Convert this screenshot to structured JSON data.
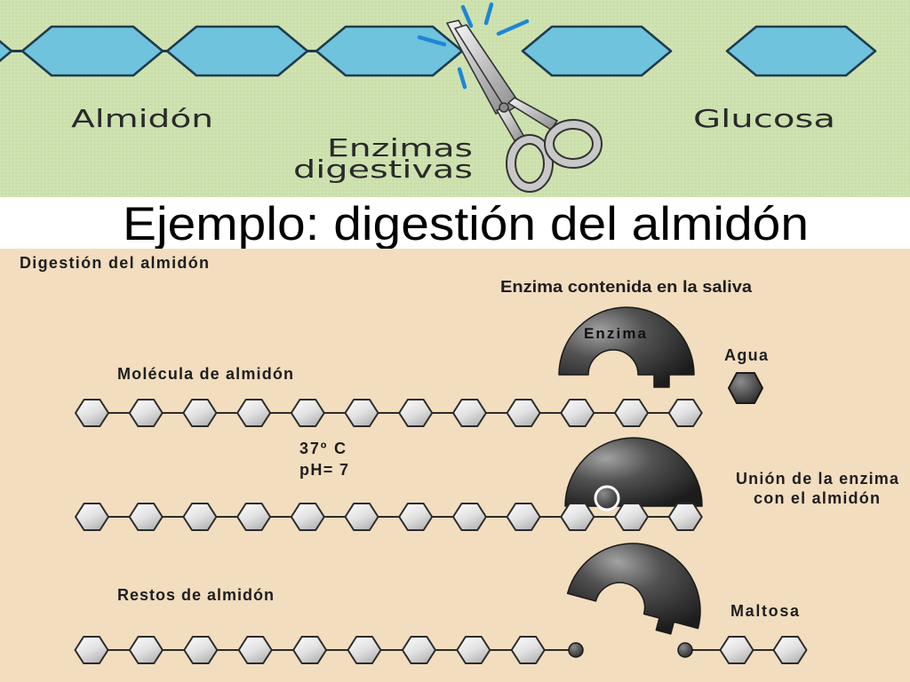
{
  "top_panel": {
    "starch_label": "Almidón",
    "enzymes_label_line1": "Enzimas",
    "enzymes_label_line2": "digestivas",
    "glucose_label": "Glucosa"
  },
  "title": "Ejemplo: digestión del almidón",
  "diagram": {
    "heading": "Digestión del almidón",
    "saliva_enzyme_label": "Enzima contenida en la saliva",
    "enzyme_inner_label": "Enzima",
    "water_label": "Agua",
    "starch_molecule_label": "Molécula de almidón",
    "temperature": "37º C",
    "ph": "pH= 7",
    "binding_label_line1": "Unión de la enzima",
    "binding_label_line2": "con el almidón",
    "starch_remains_label": "Restos de almidón",
    "maltose_label": "Maltosa"
  },
  "colors": {
    "top_background": "#cde1ae",
    "glucose_blue": "#6fc3dd",
    "title_background": "#ffffff",
    "bottom_background": "#f2ddbf",
    "scissors_rays": "#1f86d6"
  }
}
